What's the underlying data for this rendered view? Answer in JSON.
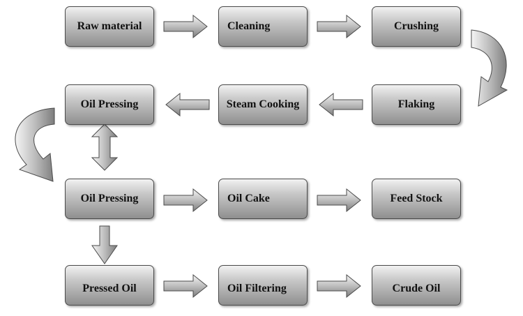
{
  "nodes": {
    "raw_material": "Raw material",
    "cleaning": "Cleaning",
    "crushing": "Crushing",
    "oil_pressing_top": "Oil Pressing",
    "steam_cooking": "Steam Cooking",
    "flaking": "Flaking",
    "oil_pressing": "Oil Pressing",
    "oil_cake": "Oil Cake",
    "feed_stock": "Feed Stock",
    "pressed_oil": "Pressed Oil",
    "oil_filtering": "Oil Filtering",
    "crude_oil": "Crude Oil"
  }
}
